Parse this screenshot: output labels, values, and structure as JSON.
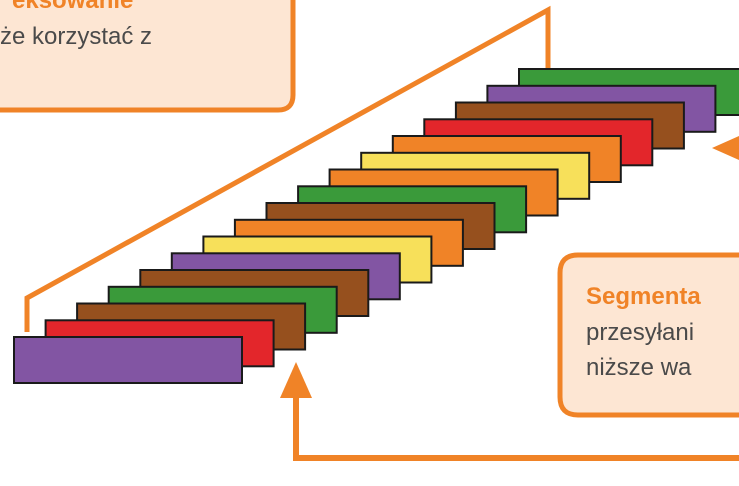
{
  "callouts": {
    "top_left": {
      "title": "eksowanie",
      "line1": "że korzystać z"
    },
    "right": {
      "title": "Segmenta",
      "line1": "przesyłani",
      "line2": "niższe wa"
    }
  },
  "colors": {
    "accent": "#f08327",
    "callout_fill": "#fde6d3",
    "text": "#4a4a4a",
    "segment_outline": "#1a1a1a"
  },
  "segments": [
    {
      "color": "#8255a3"
    },
    {
      "color": "#e3262b"
    },
    {
      "color": "#96501e"
    },
    {
      "color": "#3a9a3a"
    },
    {
      "color": "#96501e"
    },
    {
      "color": "#8255a3"
    },
    {
      "color": "#f7e05a"
    },
    {
      "color": "#f08327"
    },
    {
      "color": "#96501e"
    },
    {
      "color": "#3a9a3a"
    },
    {
      "color": "#f08327"
    },
    {
      "color": "#f7e05a"
    },
    {
      "color": "#f08327"
    },
    {
      "color": "#e3262b"
    },
    {
      "color": "#96501e"
    },
    {
      "color": "#8255a3"
    },
    {
      "color": "#3a9a3a"
    }
  ]
}
